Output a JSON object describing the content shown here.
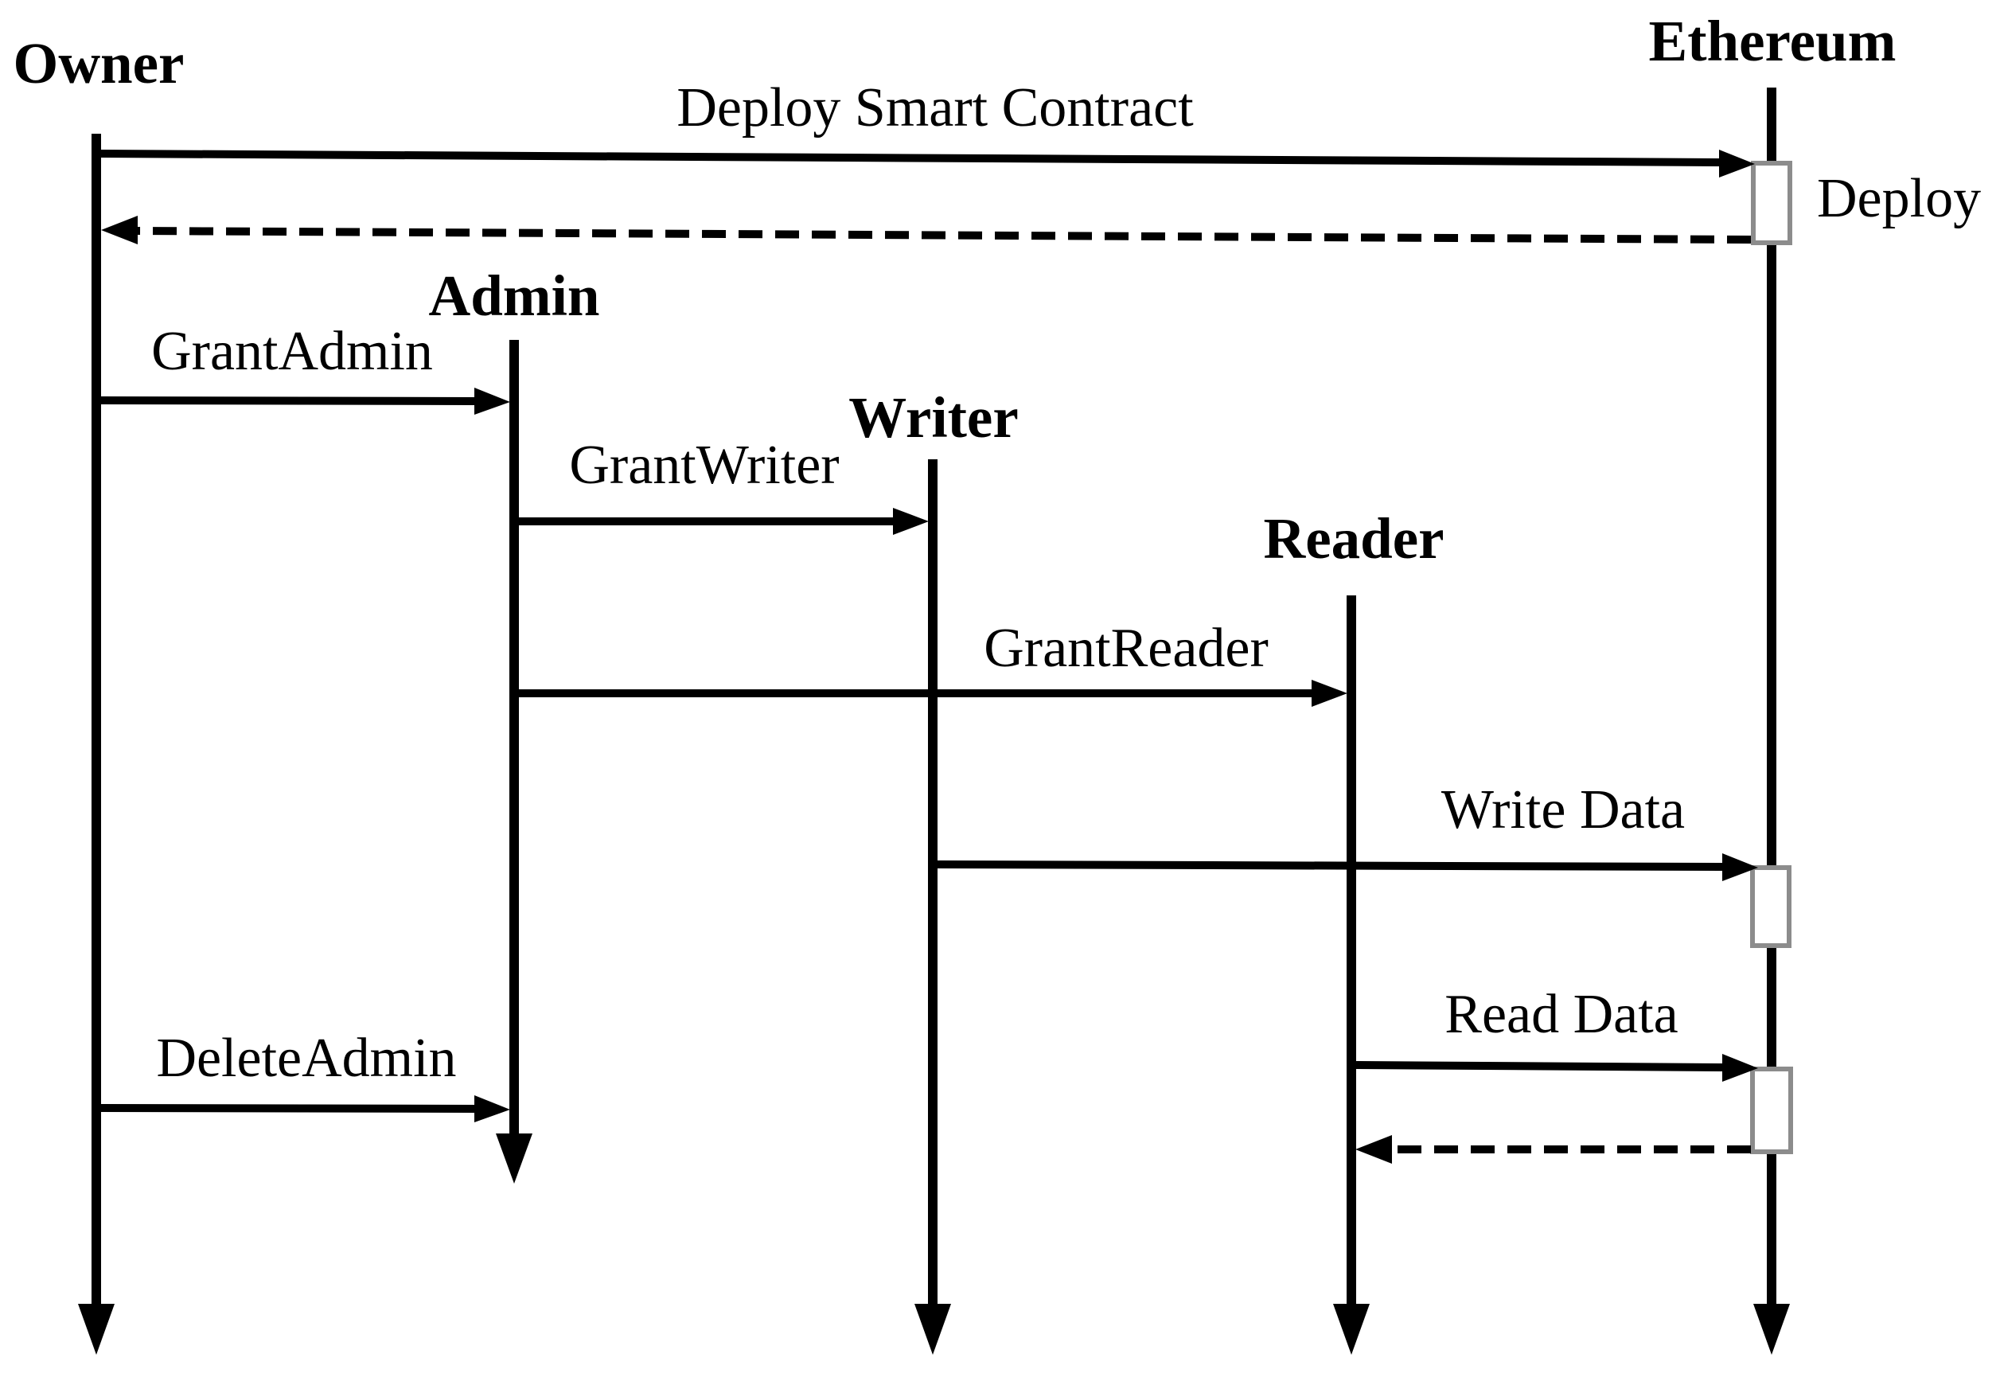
{
  "diagram": {
    "type": "uml-sequence-diagram",
    "background_color": "#ffffff",
    "stroke_color": "#000000",
    "activation_fill_color": "#ffffff",
    "activation_border_color": "#8c8c8c",
    "actors": [
      {
        "name": "Owner"
      },
      {
        "name": "Admin"
      },
      {
        "name": "Writer"
      },
      {
        "name": "Reader"
      },
      {
        "name": "Ethereum"
      }
    ],
    "messages": [
      {
        "label": "Deploy Smart Contract",
        "from": "Owner",
        "to": "Ethereum",
        "line": "solid",
        "kind": "call"
      },
      {
        "label": "Deploy",
        "from": "Ethereum",
        "to": "Owner",
        "line": "dashed",
        "kind": "return",
        "label_position": "right-of-activation"
      },
      {
        "label": "GrantAdmin",
        "from": "Owner",
        "to": "Admin",
        "line": "solid",
        "kind": "call"
      },
      {
        "label": "GrantWriter",
        "from": "Admin",
        "to": "Writer",
        "line": "solid",
        "kind": "call"
      },
      {
        "label": "GrantReader",
        "from": "Admin",
        "to": "Reader",
        "line": "solid",
        "kind": "call"
      },
      {
        "label": "Write Data",
        "from": "Writer",
        "to": "Ethereum",
        "line": "solid",
        "kind": "call"
      },
      {
        "label": "Read Data",
        "from": "Reader",
        "to": "Ethereum",
        "line": "solid",
        "kind": "call"
      },
      {
        "label": "",
        "from": "Ethereum",
        "to": "Reader",
        "line": "dashed",
        "kind": "return"
      },
      {
        "label": "DeleteAdmin",
        "from": "Owner",
        "to": "Admin",
        "line": "solid",
        "kind": "call"
      }
    ],
    "activations": [
      {
        "on": "Ethereum",
        "label": "Deploy"
      },
      {
        "on": "Ethereum",
        "label": ""
      },
      {
        "on": "Ethereum",
        "label": ""
      }
    ]
  }
}
